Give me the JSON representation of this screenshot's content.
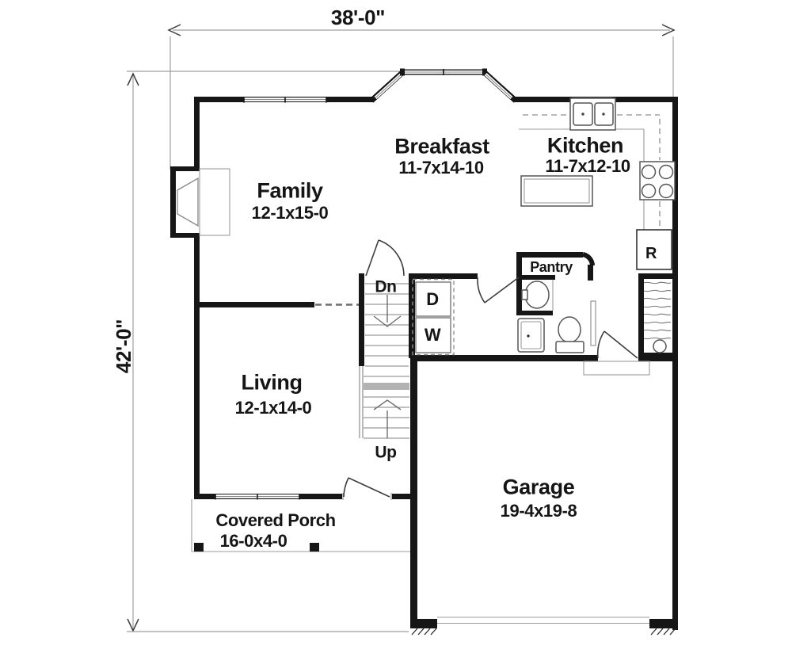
{
  "palette": {
    "background": "#ffffff",
    "wall": "#161616",
    "thin_line": "#8a8a8a",
    "text": "#151515"
  },
  "dimensions": {
    "overall_width": "38'-0\"",
    "overall_height": "42'-0\""
  },
  "rooms": {
    "family": {
      "name": "Family",
      "size": "12-1x15-0"
    },
    "breakfast": {
      "name": "Breakfast",
      "size": "11-7x14-10"
    },
    "kitchen": {
      "name": "Kitchen",
      "size": "11-7x12-10"
    },
    "living": {
      "name": "Living",
      "size": "12-1x14-0"
    },
    "garage": {
      "name": "Garage",
      "size": "19-4x19-8"
    },
    "covered_porch": {
      "name": "Covered Porch",
      "size": "16-0x4-0"
    },
    "pantry": {
      "name": "Pantry"
    }
  },
  "stairs": {
    "down": "Dn",
    "up": "Up"
  },
  "appliances": {
    "dryer": "D",
    "washer": "W",
    "refrigerator": "R"
  }
}
